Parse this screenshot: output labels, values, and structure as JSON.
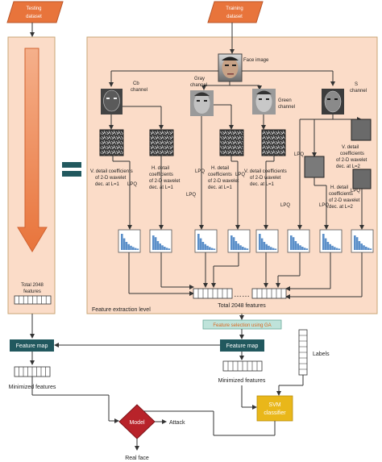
{
  "inputs": {
    "testing_dataset": [
      "Testing",
      "dataset"
    ],
    "training_dataset": [
      "Training",
      "dataset"
    ]
  },
  "face_image_label": "Face image",
  "channels": {
    "cb": [
      "Cb",
      "channel"
    ],
    "gray": [
      "Gray",
      "channel"
    ],
    "green": [
      "Green",
      "channel"
    ],
    "s": [
      "S",
      "channel"
    ]
  },
  "wavelet_labels": {
    "v1": [
      "V. detail coefficients",
      "of 2-D wavelet",
      "dec. at L=1"
    ],
    "h1": [
      "H. detail",
      "coefficients",
      "of 2-D wavelet",
      "dec. at L=1"
    ],
    "h1b": [
      "H. detail",
      "coefficients",
      "of 2-D wavelet",
      "dec. at L=1"
    ],
    "v1b": [
      "V. detail coefficients",
      "of 2-D wavelet",
      "dec. at L=1"
    ],
    "v2": [
      "V. detail",
      "coefficients",
      "of 2-D wavelet",
      "dec. at L=2"
    ],
    "h2": [
      "H. detail",
      "coefficients",
      "of 2-D wavelet",
      "dec. at L=2"
    ]
  },
  "lpq_label": "LPQ",
  "total_features_left": [
    "Total 2048",
    "features"
  ],
  "total_features_right": "Total 2048 features",
  "feature_extraction_level": "Feature extraction level",
  "feature_selection": "Feature selection using GA",
  "feature_map": "Feature map",
  "minimized_features": "Minimized features",
  "labels": "Labels",
  "svm": [
    "SVM",
    "classifier"
  ],
  "model": "Model",
  "attack": "Attack",
  "real_face": "Real face",
  "colors": {
    "panel_fill": "#fbdcc8",
    "panel_stroke": "#c8a676",
    "orange_input": "#e8743b",
    "teal": "#21585e",
    "svm_yellow": "#e9b71a",
    "model_red": "#b8232a",
    "hist_blue": "#5b8fc9"
  }
}
